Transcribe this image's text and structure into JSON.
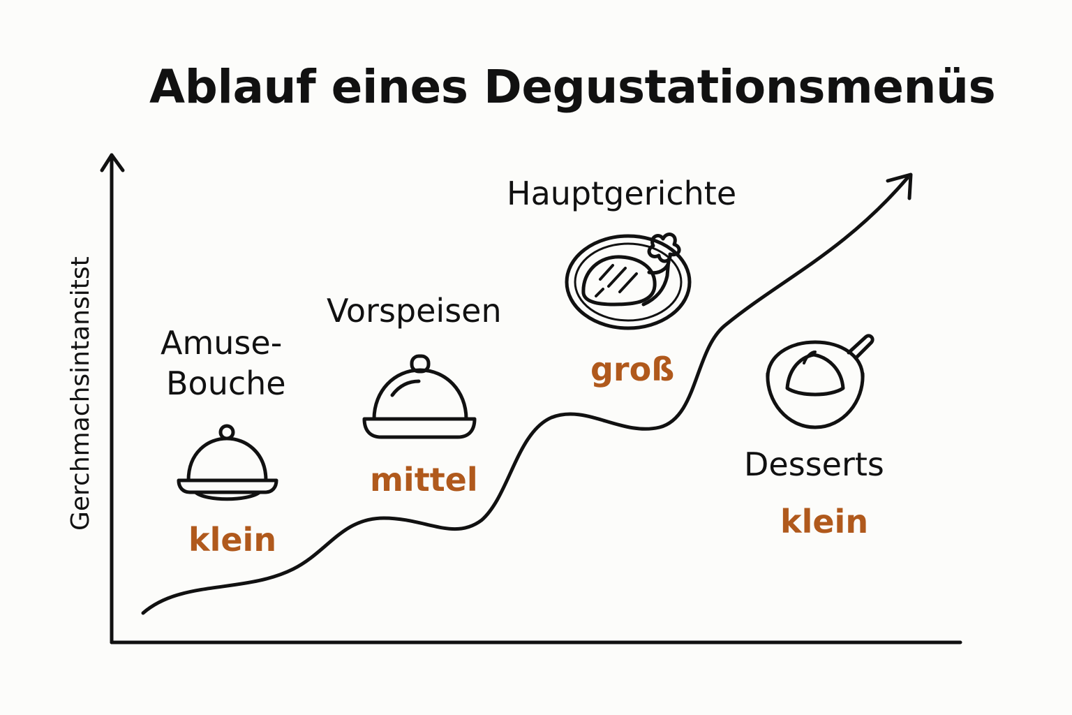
{
  "title": "Ablauf eines Degustationsmenüs",
  "y_axis_label": "Gerchmachsintansitst",
  "colors": {
    "ink": "#111111",
    "accent": "#b0591c",
    "background": "#fcfcfa"
  },
  "courses": [
    {
      "name_lines": [
        "Amuse-",
        "Bouche"
      ],
      "size": "klein",
      "icon": "cloche-small-icon"
    },
    {
      "name_lines": [
        "Vorspeisen"
      ],
      "size": "mittel",
      "icon": "cloche-medium-icon"
    },
    {
      "name_lines": [
        "Hauptgerichte"
      ],
      "size": "groß",
      "icon": "steak-plate-icon"
    },
    {
      "name_lines": [
        "Desserts"
      ],
      "size": "klein",
      "icon": "dessert-bowl-icon"
    }
  ]
}
